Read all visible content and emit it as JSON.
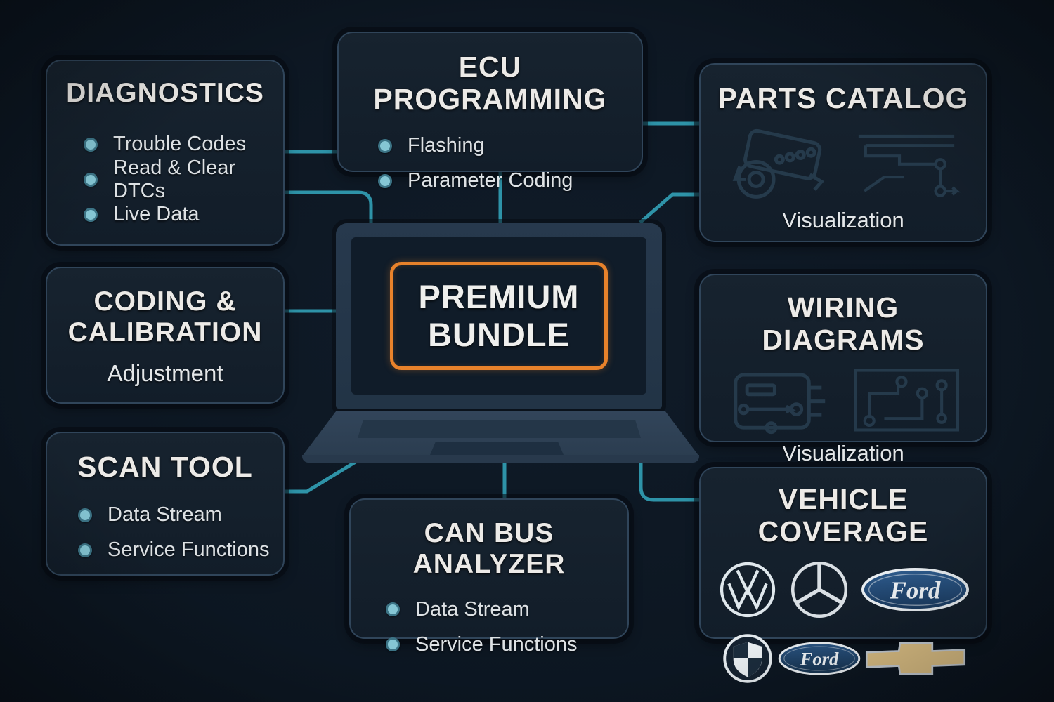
{
  "title_card": {
    "line1": "PREMIUM",
    "line2": "BUNDLE"
  },
  "boxes": {
    "diagnostics": {
      "title": "DIAGNOSTICS",
      "bullets": [
        "Trouble Codes",
        "Read & Clear DTCs",
        "Live Data"
      ]
    },
    "ecu_programming": {
      "title": "ECU PROGRAMMING",
      "bullets": [
        "Flashing",
        "Parameter Coding"
      ]
    },
    "parts_catalog": {
      "title": "PARTS CATALOG",
      "caption": "Visualization",
      "icons": [
        "engine-outline-icon",
        "exploded-view-icon"
      ]
    },
    "coding_calibration": {
      "title_line1": "CODING &",
      "title_line2": "CALIBRATION",
      "caption": "Adjustment"
    },
    "wiring_diagrams": {
      "title": "WIRING DIAGRAMS",
      "caption": "Visualization",
      "icons": [
        "ecu-module-icon",
        "circuit-trace-icon"
      ]
    },
    "scan_tool": {
      "title": "SCAN TOOL",
      "bullets": [
        "Data Stream",
        "Service Functions"
      ]
    },
    "can_bus_analyzer": {
      "title": "CAN BUS ANALYZER",
      "bullets": [
        "Data Stream",
        "Service Functions"
      ]
    },
    "vehicle_coverage": {
      "title": "VEHICLE COVERAGE",
      "logos": [
        "volkswagen-logo",
        "mercedes-benz-logo",
        "ford-logo",
        "quartered-shield-logo",
        "ford-small-logo",
        "chevrolet-logo"
      ],
      "ford_wordmark": "Ford"
    }
  },
  "colors": {
    "background": "#0c1621",
    "panel": "#14202c",
    "panel_border": "#30455a",
    "connector_teal": "#2e93a8",
    "accent_orange": "#e8822b",
    "bullet_dot": "#85c6d4",
    "title_text": "#eceae7",
    "body_text": "#dde1e4",
    "ford_blue": "#25507e",
    "chevrolet_gold": "#d9bd83"
  }
}
